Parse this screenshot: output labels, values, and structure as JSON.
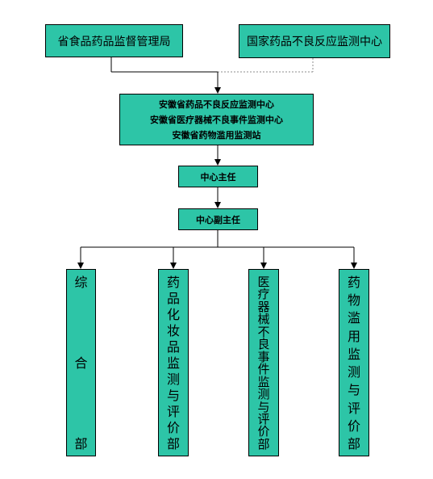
{
  "colors": {
    "box_fill": "#2dc5a7",
    "box_border": "#000000",
    "line": "#000000",
    "dotted_line": "#8c8c8c",
    "background": "#ffffff"
  },
  "top": {
    "left_box": "省食品药品监督管理局",
    "right_box": "国家药品不良反应监测中心"
  },
  "center": {
    "lines": [
      "安徽省药品不良反应监测中心",
      "安徽省医疗器械不良事件监测中心",
      "安徽省药物滥用监测站"
    ]
  },
  "director": "中心主任",
  "deputy_director": "中心副主任",
  "departments": [
    "综合部",
    "药品化妆品监测与评价部",
    "医疗器械不良事件监测与评价部",
    "药物滥用监测与评价部"
  ]
}
